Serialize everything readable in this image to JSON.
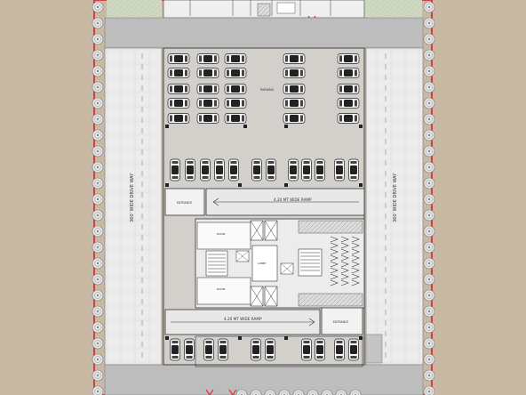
{
  "drive_way_left": "360' WIDE DRIVE WAY",
  "drive_way_right": "360' WIDE DRIVE WAY",
  "ramp_top": "4.20 MT WIDE RAMP",
  "ramp_bottom": "4.20 MT WIDE RAMP",
  "parking_label": "PARKING",
  "entrance_left": "ENTRANCE",
  "entrance_right": "ENTRANCE",
  "room_left_top": "ROOM",
  "room_left_bottom": "ROOM",
  "lobby_label": "LOBBY",
  "colors": {
    "background": "#c9b9a4",
    "parking_floor": "#d3d0cc",
    "road": "#bdbdbd",
    "paving": "#e9e9e9",
    "boundary": "#d14040",
    "marker": "#e03030"
  }
}
